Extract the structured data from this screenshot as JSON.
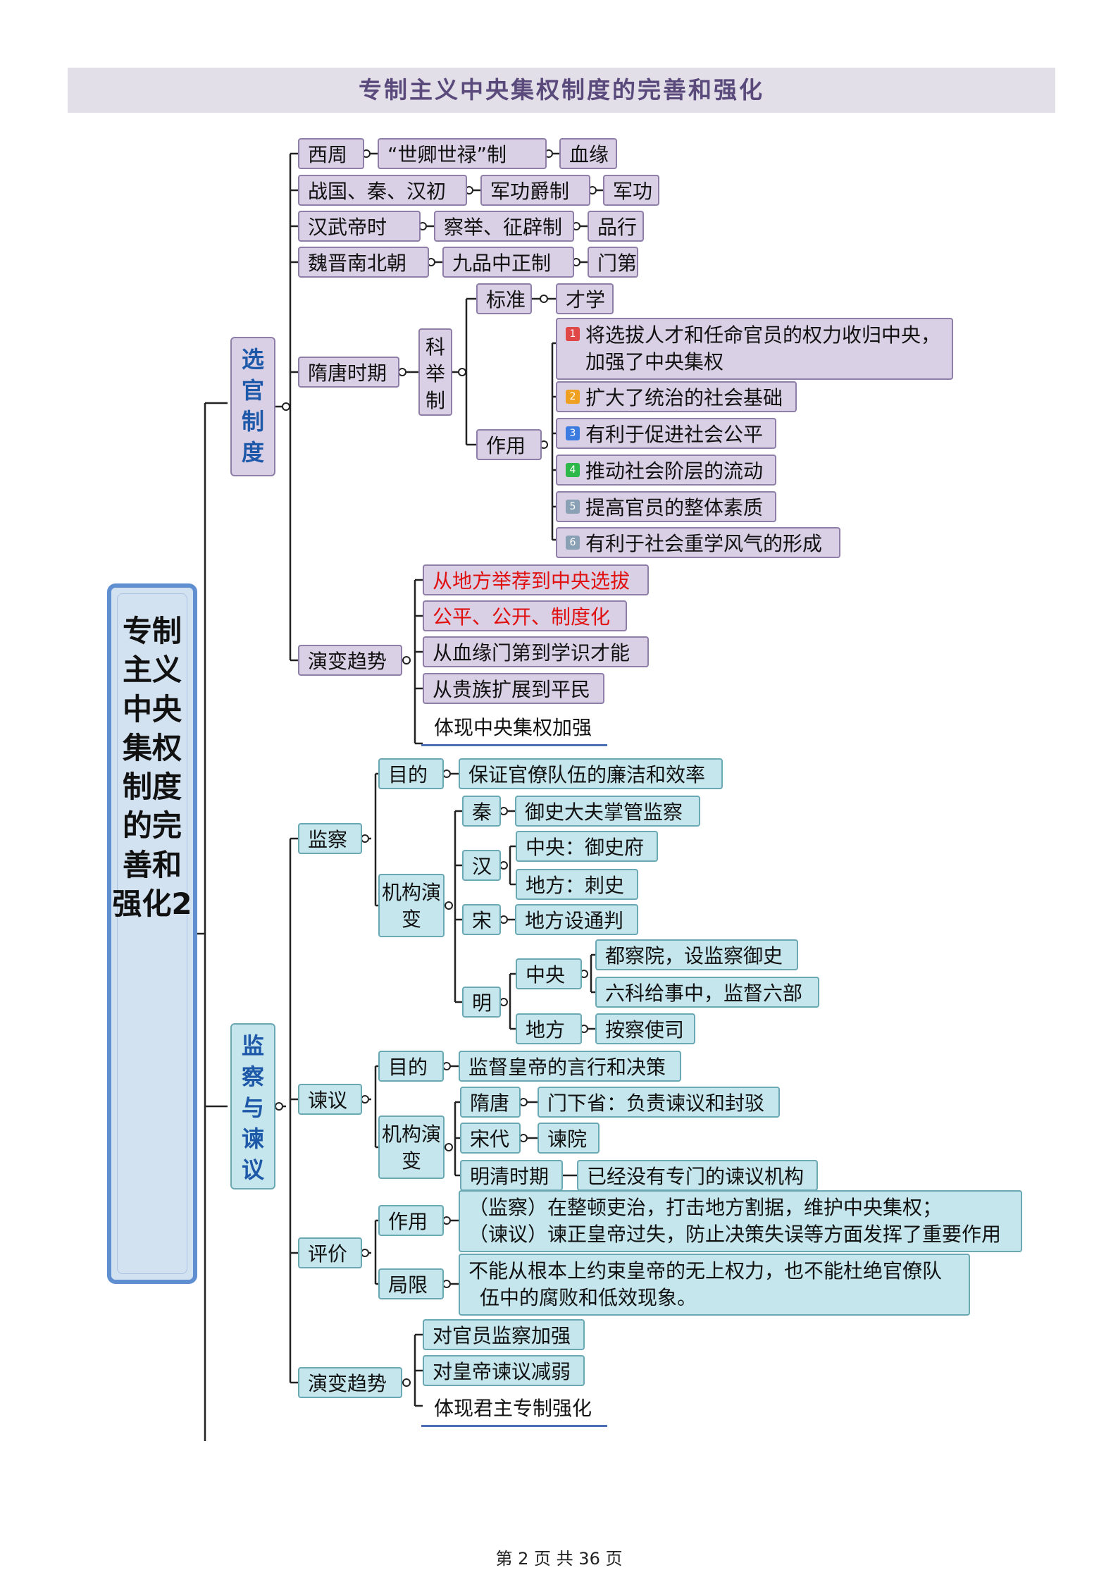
{
  "title": "专制主义中央集权制度的完善和强化",
  "root": "专制主义中央集权制度的完善和强化2",
  "footer": "第 2 页 共 36 页",
  "colors": {
    "selection_nodes": "#d9d0e6",
    "supervision_nodes": "#c4e6ec",
    "category_text": "#1e58a8",
    "highlight_text": "#e01010",
    "root_border": "#5f8fd0"
  },
  "selection": {
    "label": "选官制度",
    "eras": [
      {
        "era": "西周",
        "system": "“世卿世禄”制",
        "basis": "血缘"
      },
      {
        "era": "战国、秦、汉初",
        "system": "军功爵制",
        "basis": "军功"
      },
      {
        "era": "汉武帝时",
        "system": "察举、征辟制",
        "basis": "品行"
      },
      {
        "era": "魏晋南北朝",
        "system": "九品中正制",
        "basis": "门第"
      }
    ],
    "sui_tang": {
      "era": "隋唐时期",
      "system": "科举制",
      "standard_label": "标准",
      "standard": "才学",
      "effect_label": "作用",
      "effects": [
        "将选拔人才和任命官员的权力收归中央，加强了中央集权",
        "扩大了统治的社会基础",
        "有利于促进社会公平",
        "推动社会阶层的流动",
        "提高官员的整体素质",
        "有利于社会重学风气的形成"
      ],
      "effect_badges": [
        "1",
        "2",
        "3",
        "4",
        "5",
        "6"
      ],
      "badge_colors": [
        "#e04848",
        "#f0a020",
        "#3c7ce0",
        "#2eb84a",
        "#8aa0b4",
        "#8aa0b4"
      ]
    },
    "trend": {
      "label": "演变趋势",
      "items": [
        "从地方举荐到中央选拔",
        "公平、公开、制度化",
        "从血缘门第到学识才能",
        "从贵族扩展到平民"
      ],
      "conclusion": "体现中央集权加强"
    }
  },
  "supervision": {
    "label": "监察与谏议",
    "jiancha": {
      "label": "监察",
      "purpose_label": "目的",
      "purpose": "保证官僚队伍的廉洁和效率",
      "evolution_label": "机构演变",
      "qin": {
        "label": "秦",
        "item": "御史大夫掌管监察"
      },
      "han": {
        "label": "汉",
        "central": "中央：御史府",
        "local": "地方：刺史"
      },
      "song": {
        "label": "宋",
        "item": "地方设通判"
      },
      "ming": {
        "label": "明",
        "central_label": "中央",
        "central_items": [
          "都察院，设监察御史",
          "六科给事中，监督六部"
        ],
        "local_label": "地方",
        "local_item": "按察使司"
      }
    },
    "jianyi": {
      "label": "谏议",
      "purpose_label": "目的",
      "purpose": "监督皇帝的言行和决策",
      "evolution_label": "机构演变",
      "items": [
        {
          "era": "隋唐",
          "item": "门下省：负责谏议和封驳"
        },
        {
          "era": "宋代",
          "item": "谏院"
        },
        {
          "era": "明清时期",
          "item": "已经没有专门的谏议机构"
        }
      ]
    },
    "evaluation": {
      "label": "评价",
      "effect_label": "作用",
      "effect_lines": [
        "（监察）在整顿吏治，打击地方割据，维护中央集权；",
        "（谏议）谏正皇帝过失，防止决策失误等方面发挥了重要作用"
      ],
      "limit_label": "局限",
      "limit_lines": [
        "不能从根本上约束皇帝的无上权力，也不能杜绝官僚队",
        "伍中的腐败和低效现象。"
      ]
    },
    "trend": {
      "label": "演变趋势",
      "items": [
        "对官员监察加强",
        "对皇帝谏议减弱"
      ],
      "conclusion": "体现君主专制强化"
    }
  }
}
